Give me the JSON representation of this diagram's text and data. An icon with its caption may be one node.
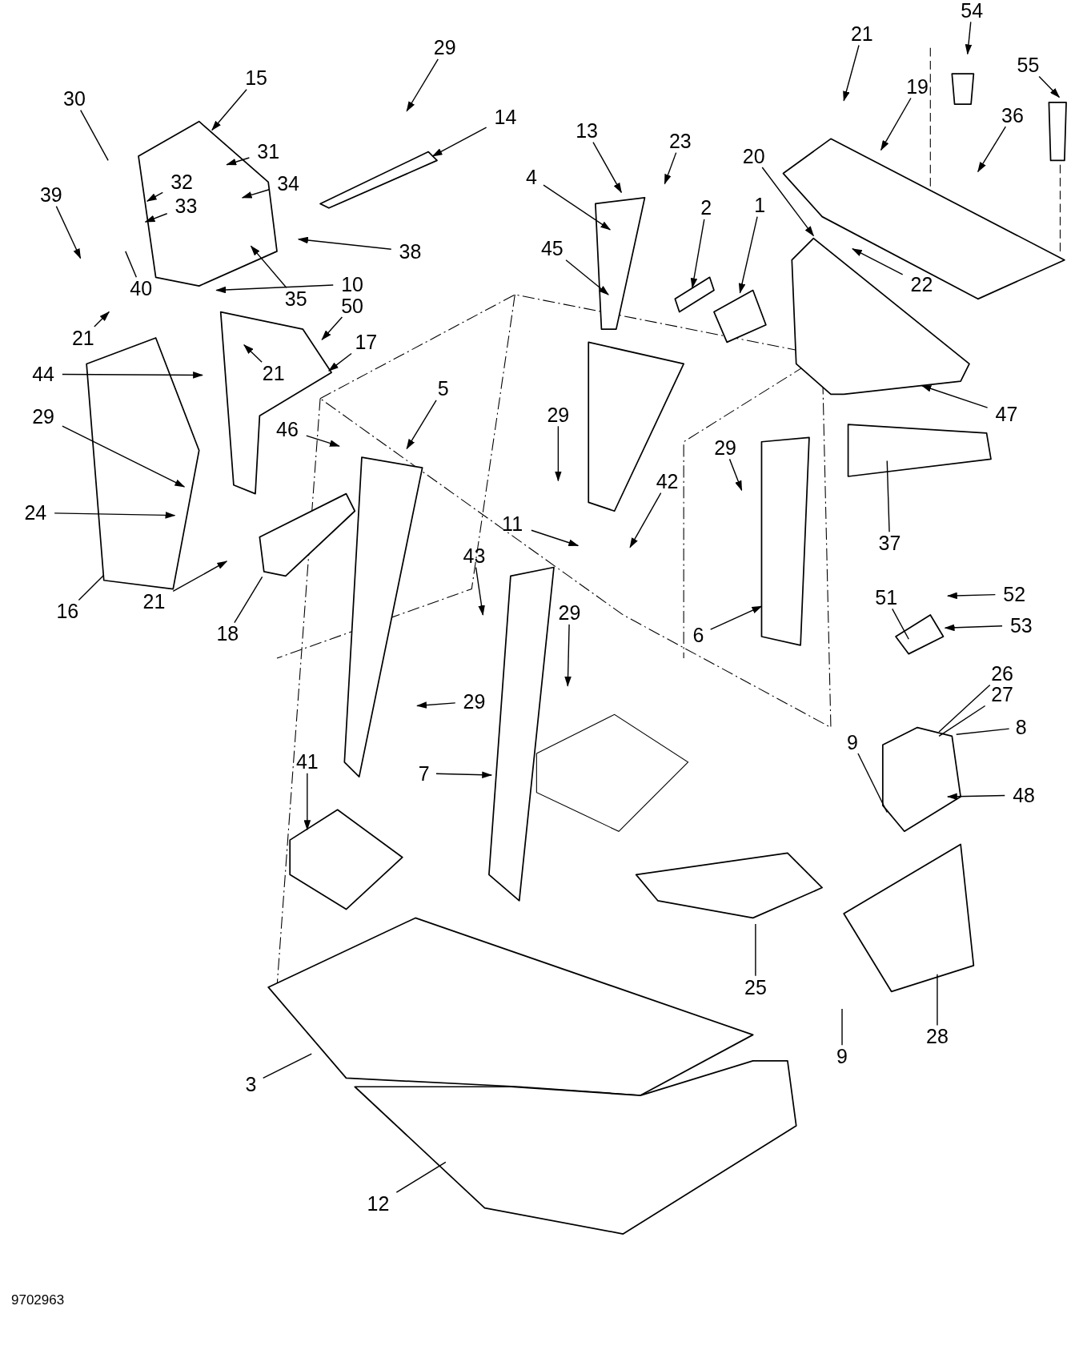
{
  "diagram": {
    "nodes": [
      {
        "text": [
          "29"
        ]
      },
      {
        "text": [
          "14"
        ]
      },
      {
        "text": [
          "30"
        ]
      },
      {
        "text": [
          "15"
        ]
      },
      {
        "text": [
          "31"
        ]
      },
      {
        "text": [
          "32"
        ]
      },
      {
        "text": [
          "33"
        ]
      },
      {
        "text": [
          "34"
        ]
      },
      {
        "text": [
          "39"
        ]
      },
      {
        "text": [
          "40"
        ]
      },
      {
        "text": [
          "38"
        ]
      },
      {
        "text": [
          "35"
        ]
      },
      {
        "text": [
          "10"
        ]
      },
      {
        "text": [
          "50"
        ]
      },
      {
        "text": [
          "21"
        ]
      },
      {
        "text": [
          "44"
        ]
      },
      {
        "text": [
          "17"
        ]
      },
      {
        "text": [
          "21"
        ]
      },
      {
        "text": [
          "29"
        ]
      },
      {
        "text": [
          "24"
        ]
      },
      {
        "text": [
          "16"
        ]
      },
      {
        "text": [
          "21"
        ]
      },
      {
        "text": [
          "18"
        ]
      },
      {
        "text": [
          "46"
        ]
      },
      {
        "text": [
          "5"
        ]
      },
      {
        "text": [
          "13"
        ]
      },
      {
        "text": [
          "4"
        ]
      },
      {
        "text": [
          "23"
        ]
      },
      {
        "text": [
          "2"
        ]
      },
      {
        "text": [
          "45"
        ]
      },
      {
        "text": [
          "1"
        ]
      },
      {
        "text": [
          "29"
        ]
      },
      {
        "text": [
          "29"
        ]
      },
      {
        "text": [
          "42"
        ]
      },
      {
        "text": [
          "11"
        ]
      },
      {
        "text": [
          "43"
        ]
      },
      {
        "text": [
          "29"
        ]
      },
      {
        "text": [
          "29"
        ]
      },
      {
        "text": [
          "7"
        ]
      },
      {
        "text": [
          "6"
        ]
      },
      {
        "text": [
          "21"
        ]
      },
      {
        "text": [
          "19"
        ]
      },
      {
        "text": [
          "54"
        ]
      },
      {
        "text": [
          "55"
        ]
      },
      {
        "text": [
          "36"
        ]
      },
      {
        "text": [
          "20"
        ]
      },
      {
        "text": [
          "22"
        ]
      },
      {
        "text": [
          "47"
        ]
      },
      {
        "text": [
          "37"
        ]
      },
      {
        "text": [
          "52"
        ]
      },
      {
        "text": [
          "53"
        ]
      },
      {
        "text": [
          "51"
        ]
      },
      {
        "text": [
          "26"
        ]
      },
      {
        "text": [
          "27"
        ]
      },
      {
        "text": [
          "8"
        ]
      },
      {
        "text": [
          "9"
        ]
      },
      {
        "text": [
          "48"
        ]
      },
      {
        "text": [
          "41"
        ]
      },
      {
        "text": [
          "25"
        ]
      },
      {
        "text": [
          "9"
        ]
      },
      {
        "text": [
          "28"
        ]
      },
      {
        "text": [
          "3"
        ]
      },
      {
        "text": [
          "12"
        ]
      }
    ],
    "edges": [
      {
        "from": 0,
        "to": null,
        "arrow": "to"
      },
      {
        "from": 1,
        "to": null,
        "arrow": "to"
      },
      {
        "from": 2,
        "to": null,
        "arrow": "none"
      },
      {
        "from": 3,
        "to": null,
        "arrow": "to"
      },
      {
        "from": 4,
        "to": null,
        "arrow": "to"
      },
      {
        "from": 5,
        "to": null,
        "arrow": "to"
      },
      {
        "from": 6,
        "to": null,
        "arrow": "to"
      },
      {
        "from": 7,
        "to": null,
        "arrow": "to"
      },
      {
        "from": 8,
        "to": null,
        "arrow": "to"
      },
      {
        "from": 9,
        "to": null,
        "arrow": "none"
      },
      {
        "from": 10,
        "to": null,
        "arrow": "to"
      },
      {
        "from": 11,
        "to": null,
        "arrow": "to"
      },
      {
        "from": 12,
        "to": null,
        "arrow": "to"
      },
      {
        "from": 13,
        "to": null,
        "arrow": "to"
      },
      {
        "from": 14,
        "to": null,
        "arrow": "to"
      },
      {
        "from": 15,
        "to": null,
        "arrow": "to"
      },
      {
        "from": 16,
        "to": null,
        "arrow": "to"
      },
      {
        "from": 17,
        "to": null,
        "arrow": "to"
      },
      {
        "from": 18,
        "to": null,
        "arrow": "to"
      },
      {
        "from": 19,
        "to": null,
        "arrow": "to"
      },
      {
        "from": 20,
        "to": null,
        "arrow": "none"
      },
      {
        "from": 21,
        "to": null,
        "arrow": "to"
      },
      {
        "from": 22,
        "to": null,
        "arrow": "none"
      },
      {
        "from": 23,
        "to": null,
        "arrow": "to"
      },
      {
        "from": 24,
        "to": null,
        "arrow": "to"
      },
      {
        "from": 25,
        "to": null,
        "arrow": "to"
      },
      {
        "from": 26,
        "to": null,
        "arrow": "to"
      },
      {
        "from": 27,
        "to": null,
        "arrow": "to"
      },
      {
        "from": 28,
        "to": null,
        "arrow": "to"
      },
      {
        "from": 29,
        "to": null,
        "arrow": "to"
      },
      {
        "from": 30,
        "to": null,
        "arrow": "to"
      },
      {
        "from": 31,
        "to": null,
        "arrow": "to"
      },
      {
        "from": 32,
        "to": null,
        "arrow": "to"
      },
      {
        "from": 33,
        "to": null,
        "arrow": "to"
      },
      {
        "from": 34,
        "to": null,
        "arrow": "to"
      },
      {
        "from": 35,
        "to": null,
        "arrow": "to"
      },
      {
        "from": 36,
        "to": null,
        "arrow": "to"
      },
      {
        "from": 37,
        "to": null,
        "arrow": "to"
      },
      {
        "from": 38,
        "to": null,
        "arrow": "to"
      },
      {
        "from": 39,
        "to": null,
        "arrow": "to"
      },
      {
        "from": 40,
        "to": null,
        "arrow": "to"
      },
      {
        "from": 41,
        "to": null,
        "arrow": "to"
      },
      {
        "from": 42,
        "to": null,
        "arrow": "to"
      },
      {
        "from": 43,
        "to": null,
        "arrow": "to"
      },
      {
        "from": 44,
        "to": null,
        "arrow": "to"
      },
      {
        "from": 45,
        "to": null,
        "arrow": "to"
      },
      {
        "from": 46,
        "to": null,
        "arrow": "to"
      },
      {
        "from": 47,
        "to": null,
        "arrow": "to"
      },
      {
        "from": 48,
        "to": null,
        "arrow": "none"
      },
      {
        "from": 49,
        "to": null,
        "arrow": "to"
      },
      {
        "from": 50,
        "to": null,
        "arrow": "to"
      },
      {
        "from": 51,
        "to": null,
        "arrow": "none"
      },
      {
        "from": 52,
        "to": null,
        "arrow": "none"
      },
      {
        "from": 53,
        "to": null,
        "arrow": "none"
      },
      {
        "from": 54,
        "to": null,
        "arrow": "none"
      },
      {
        "from": 55,
        "to": null,
        "arrow": "none"
      },
      {
        "from": 56,
        "to": null,
        "arrow": "to"
      },
      {
        "from": 57,
        "to": null,
        "arrow": "to"
      },
      {
        "from": 58,
        "to": null,
        "arrow": "none"
      },
      {
        "from": 59,
        "to": null,
        "arrow": "none"
      },
      {
        "from": 60,
        "to": null,
        "arrow": "none"
      },
      {
        "from": 61,
        "to": null,
        "arrow": "none"
      },
      {
        "from": 62,
        "to": null,
        "arrow": "none"
      }
    ],
    "labels": [
      "9702963"
    ]
  }
}
